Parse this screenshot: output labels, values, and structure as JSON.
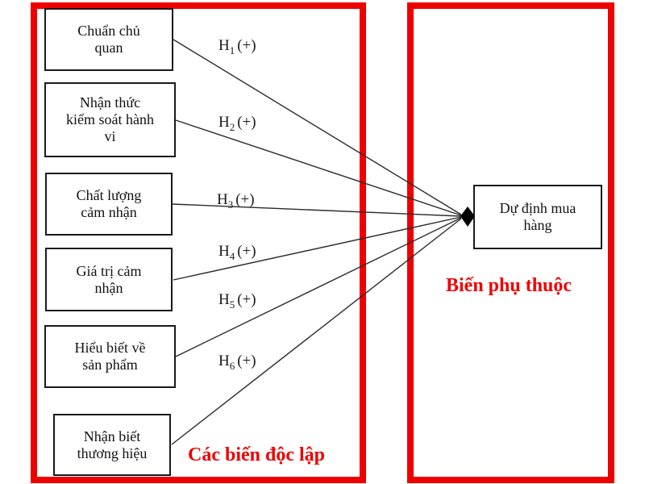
{
  "diagram": {
    "groups": {
      "independent": {
        "label": "Các biến độc lập"
      },
      "dependent": {
        "label": "Biến phụ thuộc"
      }
    },
    "nodes": {
      "independent": [
        {
          "label": "Chuẩn chủ\nquan"
        },
        {
          "label": "Nhận thức\nkiểm soát hành\nvi"
        },
        {
          "label": "Chất lượng\ncảm nhận"
        },
        {
          "label": "Giá trị cảm\nnhận"
        },
        {
          "label": "Hiểu biết về\nsản phẩm"
        },
        {
          "label": "Nhận biết\nthương hiệu"
        }
      ],
      "dependent": {
        "label": "Dự định mua\nhàng"
      }
    },
    "hypotheses": [
      {
        "h": "H",
        "sub": "1",
        "sign": "(+)"
      },
      {
        "h": "H",
        "sub": "2",
        "sign": "(+)"
      },
      {
        "h": "H",
        "sub": "3",
        "sign": "(+)"
      },
      {
        "h": "H",
        "sub": "4",
        "sign": "(+)"
      },
      {
        "h": "H",
        "sub": "5",
        "sign": "(+)"
      },
      {
        "h": "H",
        "sub": "6",
        "sign": "(+)"
      }
    ],
    "colors": {
      "frame_red": "#ee0000",
      "label_red": "#ee0000",
      "connector": "#2b2b2b",
      "node_border": "#1a1a1a",
      "background": "#ffffff"
    }
  }
}
